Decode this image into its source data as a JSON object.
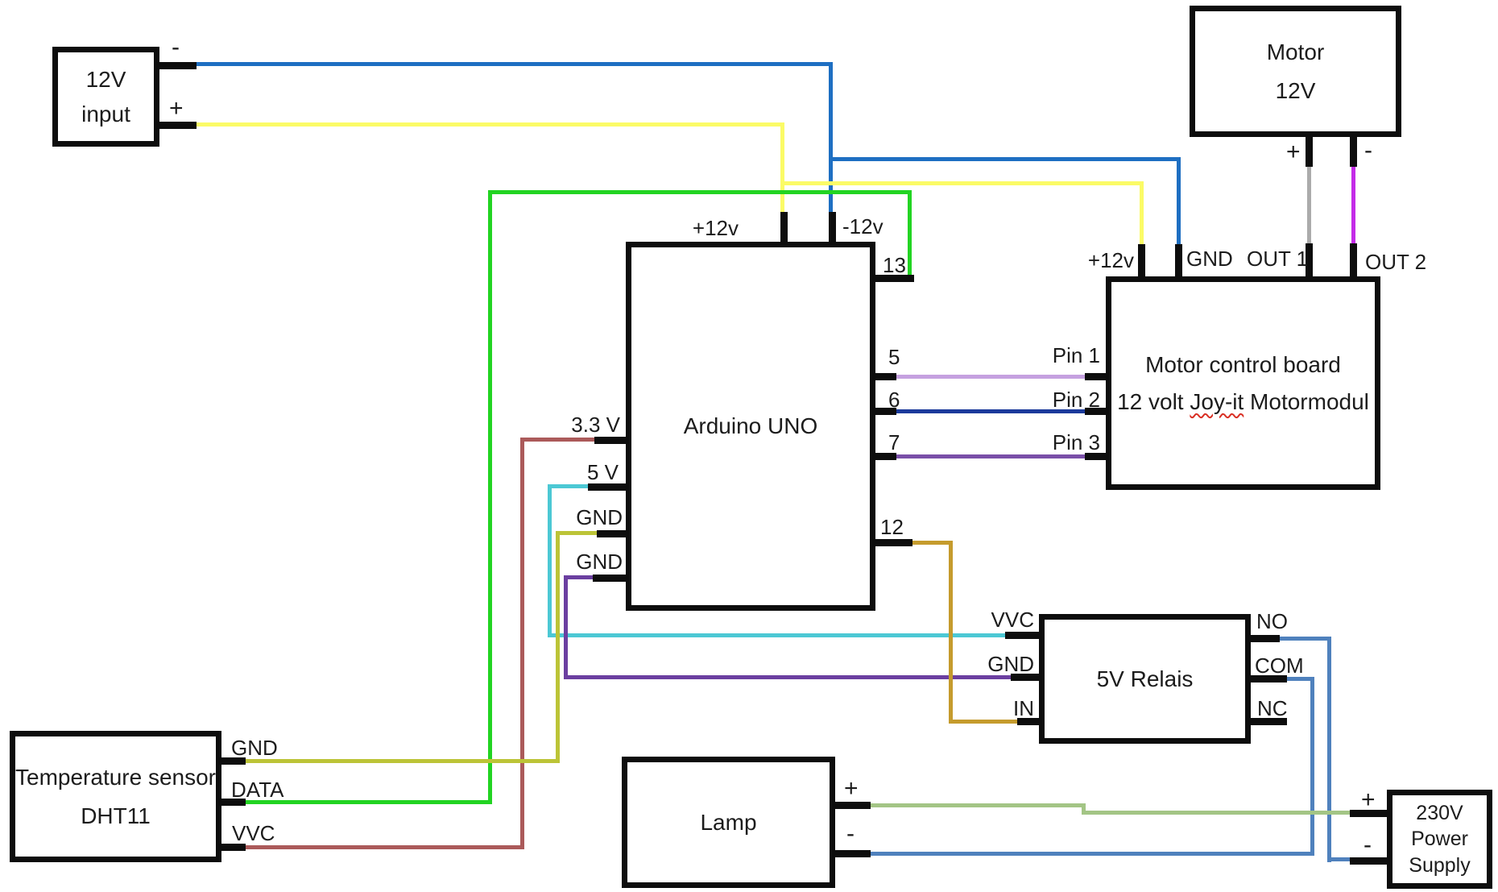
{
  "wire_colors": {
    "blue": "#1e6fc2",
    "yellow": "#fbfb66",
    "green": "#22d422",
    "lightgreen": "#a3c585",
    "relayblue": "#4f81bd",
    "cyan": "#4cc8d4",
    "brown": "#ab5a5a",
    "olive": "#bcc437",
    "purple": "#6b3fa0",
    "gold": "#c59b2d",
    "violet": "#c5a1e0",
    "navy": "#1b3a9b",
    "darkpurple": "#7a4fa8",
    "gray": "#ababab",
    "magenta": "#c42be8"
  },
  "boxes": {
    "input": {
      "line1": "12V",
      "line2": "input",
      "pin_minus": "-",
      "pin_plus": "+"
    },
    "motor": {
      "line1": "Motor",
      "line2": "12V",
      "pin_plus": "+",
      "pin_minus": "-"
    },
    "arduino": {
      "title": "Arduino UNO",
      "pin_p12": "+12v",
      "pin_n12": "-12v",
      "pin_13": "13",
      "pin_5": "5",
      "pin_6": "6",
      "pin_7": "7",
      "pin_12": "12",
      "pin_33": "3.3 V",
      "pin_5v": "5 V",
      "pin_gnd1": "GND",
      "pin_gnd2": "GND"
    },
    "board": {
      "line1": "Motor control board",
      "line2_pre": "12 volt ",
      "line2_mark": "Joy-it",
      "line2_post": " Motormodul",
      "pin_p12": "+12v",
      "pin_gnd": "GND",
      "pin_out1": "OUT 1",
      "pin_out2": "OUT 2",
      "pin_1": "Pin 1",
      "pin_2": "Pin 2",
      "pin_3": "Pin 3"
    },
    "sensor": {
      "line1": "Temperature sensor",
      "line2": "DHT11",
      "pin_gnd": "GND",
      "pin_data": "DATA",
      "pin_vvc": "VVC"
    },
    "relais": {
      "title": "5V Relais",
      "pin_vvc": "VVC",
      "pin_gnd": "GND",
      "pin_in": "IN",
      "pin_no": "NO",
      "pin_com": "COM",
      "pin_nc": "NC"
    },
    "lamp": {
      "title": "Lamp",
      "pin_plus": "+",
      "pin_minus": "-"
    },
    "psu": {
      "line1": "230V",
      "line2": "Power",
      "line3": "Supply",
      "pin_plus": "+",
      "pin_minus": "-"
    }
  },
  "wires": [
    {
      "net": "12V input - to Arduino -12v and Motor control board GND",
      "color_key": "blue"
    },
    {
      "net": "12V input + to Arduino +12v and Motor control board +12v",
      "color_key": "yellow"
    },
    {
      "net": "Arduino 13 to Temperature sensor DATA",
      "color_key": "green"
    },
    {
      "net": "Arduino 3.3 V to Temperature sensor VVC",
      "color_key": "brown"
    },
    {
      "net": "Arduino GND to Temperature sensor GND",
      "color_key": "olive"
    },
    {
      "net": "Arduino 5 V to Relais VVC",
      "color_key": "cyan"
    },
    {
      "net": "Arduino GND to Relais GND",
      "color_key": "purple"
    },
    {
      "net": "Arduino 12 to Relais IN",
      "color_key": "gold"
    },
    {
      "net": "Arduino 5 to board Pin 1",
      "color_key": "violet"
    },
    {
      "net": "Arduino 6 to board Pin 2",
      "color_key": "navy"
    },
    {
      "net": "Arduino 7 to board Pin 3",
      "color_key": "darkpurple"
    },
    {
      "net": "Board OUT 1 to Motor +",
      "color_key": "gray"
    },
    {
      "net": "Board OUT 2 to Motor -",
      "color_key": "magenta"
    },
    {
      "net": "Relais NO to 230V Power Supply -",
      "color_key": "relayblue"
    },
    {
      "net": "Relais COM to Lamp -",
      "color_key": "relayblue"
    },
    {
      "net": "Lamp + to 230V Power Supply +",
      "color_key": "lightgreen"
    }
  ]
}
